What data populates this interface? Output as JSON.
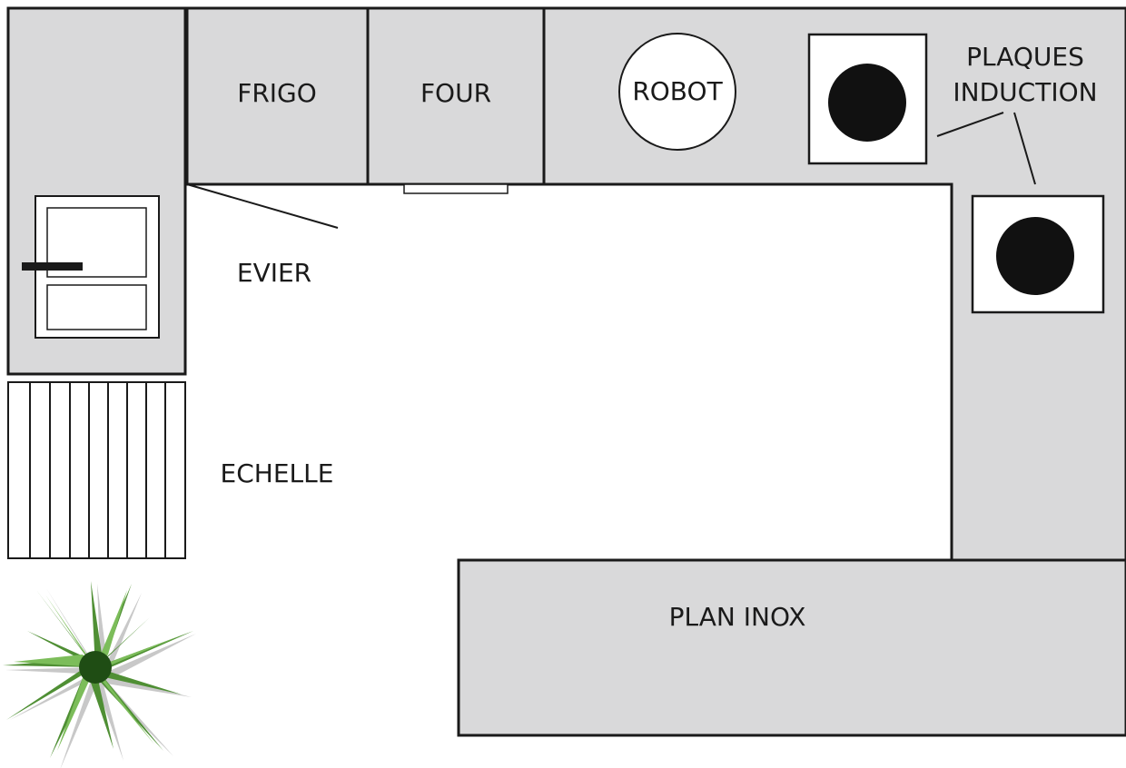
{
  "labels": {
    "frigo": "FRIGO",
    "four": "FOUR",
    "robot": "ROBOT",
    "plaques_line1": "PLAQUES",
    "plaques_line2": "INDUCTION",
    "evier": "EVIER",
    "echelle": "ECHELLE",
    "plan_inox": "PLAN INOX"
  },
  "colors": {
    "counter": "#d9d9da",
    "outline": "#1a1a1a",
    "burner": "#111111",
    "plant_dark": "#2f6b1f",
    "plant_light": "#6aa84f"
  },
  "icons": {
    "plant": "plant-icon",
    "burner": "induction-burner-icon",
    "sink": "sink-icon"
  }
}
